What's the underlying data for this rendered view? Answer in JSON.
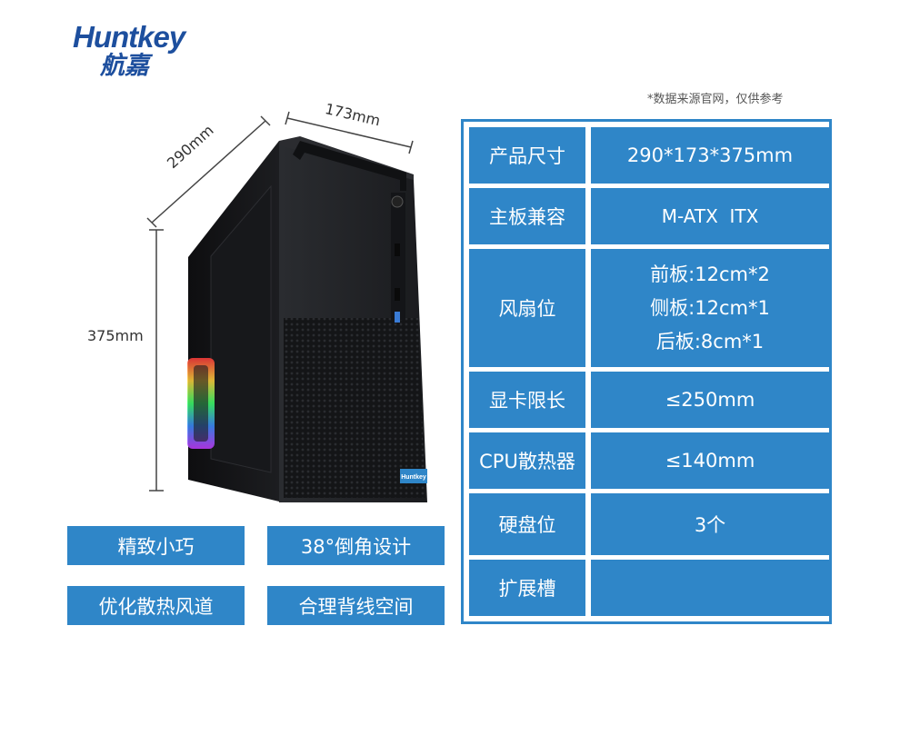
{
  "brand": {
    "name_en": "Huntkey",
    "name_cn": "航嘉"
  },
  "note": "*数据来源官网，仅供参考",
  "dimensions": {
    "width": "173mm",
    "depth": "290mm",
    "height": "375mm"
  },
  "specs": [
    {
      "label": "产品尺寸",
      "value": [
        "290*173*375mm"
      ]
    },
    {
      "label": "主板兼容",
      "value": [
        "M-ATX  ITX"
      ]
    },
    {
      "label": "风扇位",
      "value": [
        "前板:12cm*2",
        "侧板:12cm*1",
        "后板:8cm*1"
      ]
    },
    {
      "label": "显卡限长",
      "value": [
        "≤250mm"
      ]
    },
    {
      "label": "CPU散热器",
      "value": [
        "≤140mm"
      ]
    },
    {
      "label": "硬盘位",
      "value": [
        "3个"
      ]
    },
    {
      "label": "扩展槽",
      "value": [
        ""
      ]
    }
  ],
  "features": [
    "精致小巧",
    "38°倒角设计",
    "优化散热风道",
    "合理背线空间"
  ],
  "case_badge": "Huntkey",
  "colors": {
    "accent": "#2f86c8",
    "brand": "#1d4f9e"
  }
}
